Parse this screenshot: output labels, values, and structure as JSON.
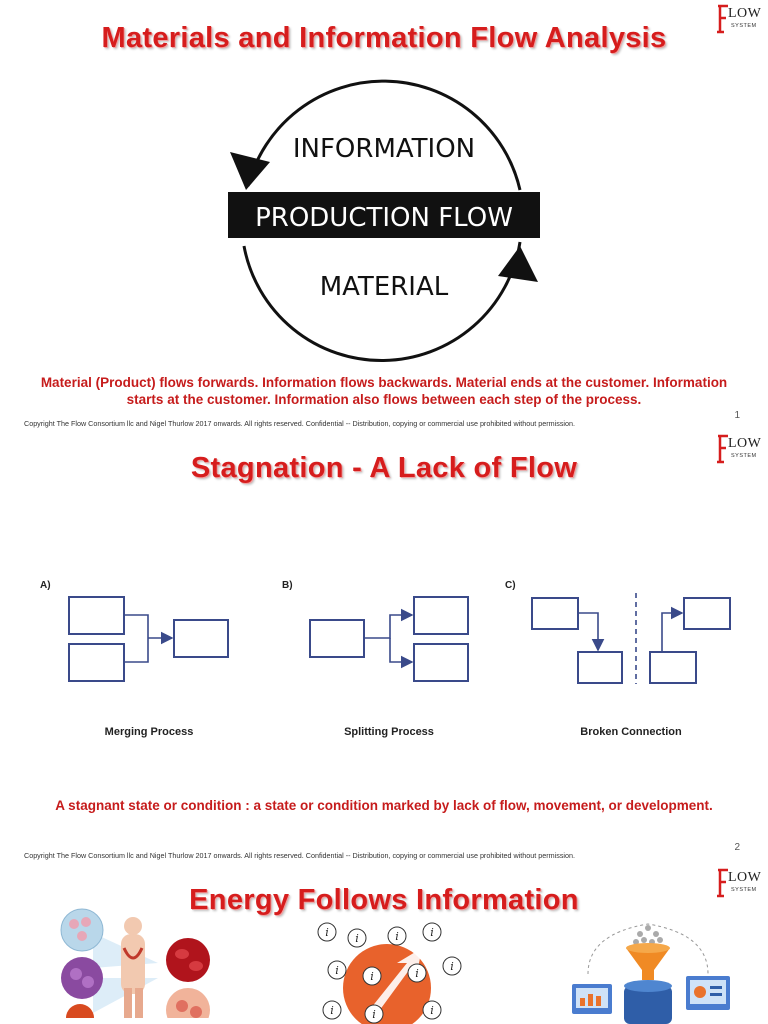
{
  "logo": {
    "letter": "F",
    "text": "LOW",
    "subtext": "SYSTEM"
  },
  "slide1": {
    "title": "Materials and Information Flow Analysis",
    "cycle": {
      "top": "INFORMATION",
      "center": "PRODUCTION FLOW",
      "bottom": "MATERIAL"
    },
    "caption_line1": "Material (Product) flows forwards. Information flows backwards. Material ends at the customer. Information",
    "caption_line2": "starts at the customer. Information also flows between each step of the process.",
    "copyright": "Copyright The Flow Consortium llc and Nigel Thurlow 2017 onwards. All rights reserved. Confidential -- Distribution, copying or commercial use prohibited without permission.",
    "page": "1"
  },
  "slide2": {
    "title": "Stagnation - A Lack of Flow",
    "diagrams": [
      {
        "letter": "A)",
        "label": "Merging Process"
      },
      {
        "letter": "B)",
        "label": "Splitting Process"
      },
      {
        "letter": "C)",
        "label": "Broken Connection"
      }
    ],
    "caption": "A stagnant state or condition : a state or condition marked by lack of flow, movement, or development.",
    "copyright": "Copyright The Flow Consortium llc and Nigel Thurlow 2017 onwards. All rights reserved. Confidential -- Distribution, copying or commercial use prohibited without permission.",
    "page": "2"
  },
  "slide3": {
    "title": "Energy Follows Information",
    "info_symbol": "i"
  },
  "colors": {
    "title_red": "#d61d1d",
    "caption_red": "#c61c1c",
    "box_blue": "#3a4a8a"
  }
}
